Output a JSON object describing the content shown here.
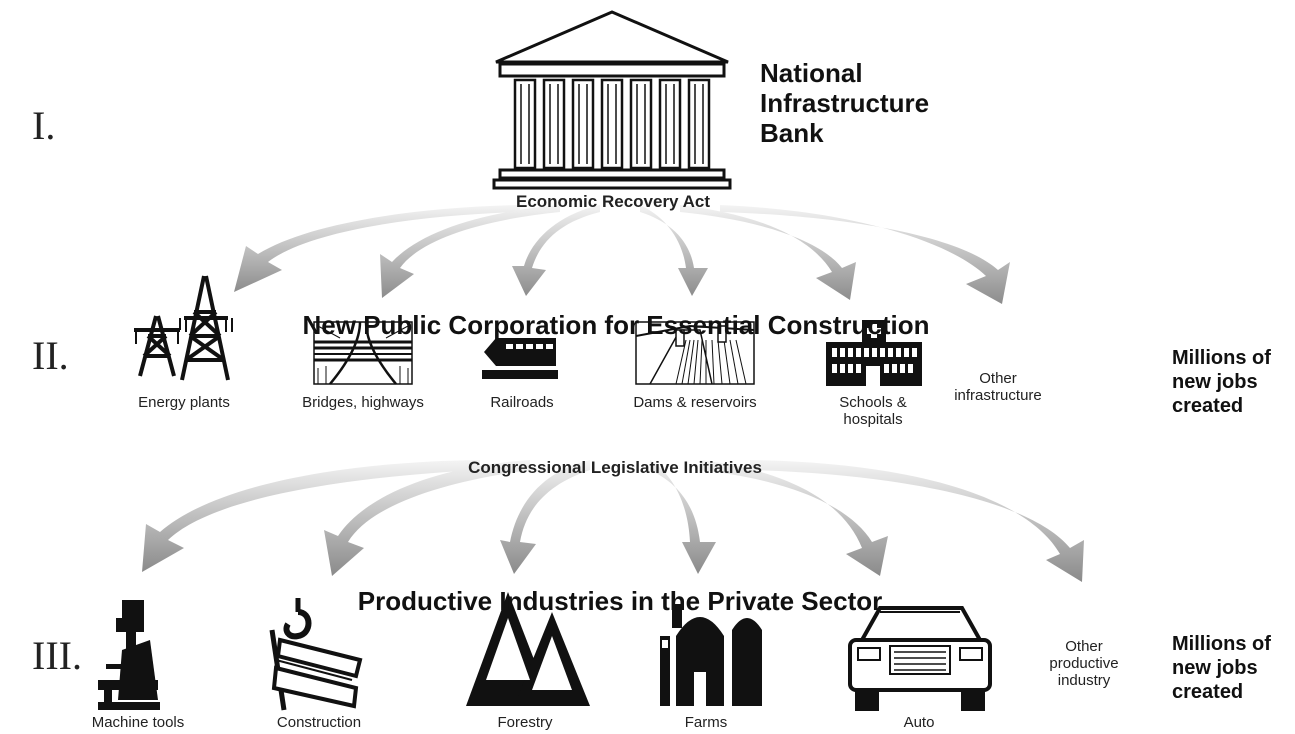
{
  "tiers": {
    "one": "I.",
    "two": "II.",
    "three": "III."
  },
  "bank": {
    "line1": "National",
    "line2": "Infrastructure",
    "line3": "Bank"
  },
  "act_label": "Economic Recovery Act",
  "public_corp_heading": "New Public Corporation for Essential Construction",
  "infrastructure": [
    {
      "label": "Energy plants",
      "icon": "power-tower-icon"
    },
    {
      "label": "Bridges, highways",
      "icon": "highway-bridge-icon"
    },
    {
      "label": "Railroads",
      "icon": "railroad-icon"
    },
    {
      "label": "Dams & reservoirs",
      "icon": "dam-icon"
    },
    {
      "label": "Schools & hospitals",
      "icon": "hospital-icon"
    },
    {
      "label": "Other infrastructure"
    }
  ],
  "legislative_label": "Congressional Legislative Initiatives",
  "private_heading": "Productive Industries in the Private Sector",
  "industries": [
    {
      "label": "Machine tools",
      "icon": "machine-tool-icon"
    },
    {
      "label": "Construction",
      "icon": "crane-hook-icon"
    },
    {
      "label": "Forestry",
      "icon": "pine-trees-icon"
    },
    {
      "label": "Farms",
      "icon": "barn-silo-icon"
    },
    {
      "label": "Auto",
      "icon": "car-icon"
    },
    {
      "label": "Other productive industry"
    }
  ],
  "jobs_note_tier2": {
    "line1": "Millions of",
    "line2": "new jobs",
    "line3": "created"
  },
  "jobs_note_tier3": {
    "line1": "Millions of",
    "line2": "new jobs",
    "line3": "created"
  },
  "colors": {
    "arrow_light": "#f2f2f2",
    "arrow_dark": "#8c8c8c",
    "ink": "#111111"
  }
}
